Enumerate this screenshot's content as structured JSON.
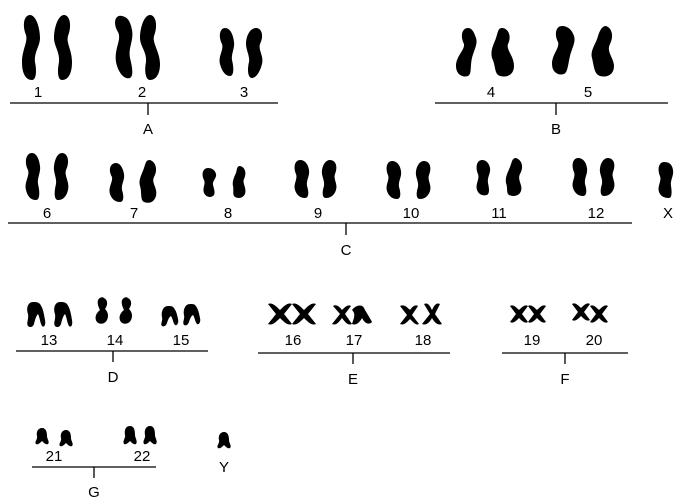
{
  "karyotype": {
    "groups": [
      {
        "label": "A",
        "chromosomes": [
          "1",
          "2",
          "3"
        ]
      },
      {
        "label": "B",
        "chromosomes": [
          "4",
          "5"
        ]
      },
      {
        "label": "C",
        "chromosomes": [
          "6",
          "7",
          "8",
          "9",
          "10",
          "11",
          "12"
        ]
      },
      {
        "label": "D",
        "chromosomes": [
          "13",
          "14",
          "15"
        ]
      },
      {
        "label": "E",
        "chromosomes": [
          "16",
          "17",
          "18"
        ]
      },
      {
        "label": "F",
        "chromosomes": [
          "19",
          "20"
        ]
      },
      {
        "label": "G",
        "chromosomes": [
          "21",
          "22"
        ]
      }
    ],
    "sex_chromosomes": [
      "X",
      "Y"
    ]
  }
}
